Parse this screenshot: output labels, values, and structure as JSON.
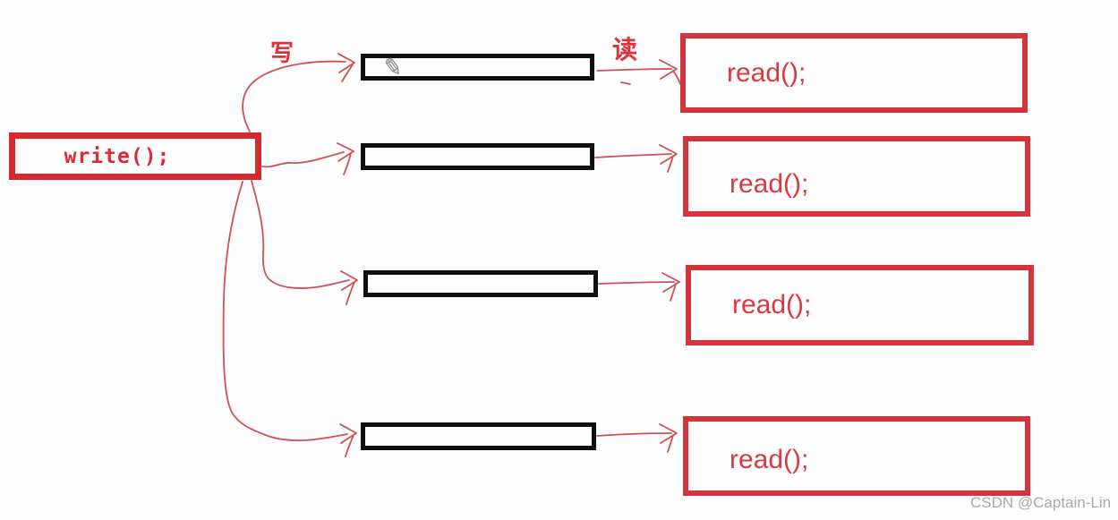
{
  "diagram": {
    "write_box_label": "write();",
    "write_cn_label": "写",
    "read_cn_label": "读",
    "read_boxes": [
      {
        "label": "read();"
      },
      {
        "label": "read();"
      },
      {
        "label": "read();"
      },
      {
        "label": "read();"
      }
    ],
    "icons": {
      "pencil": "✎"
    },
    "colors": {
      "box_border_red": "#d4343c",
      "write_text_red": "#e42832",
      "read_text_red": "#d93a40",
      "arrow_red": "#d24f55",
      "pipe_black": "#101010",
      "watermark_gray": "#a8a8a8"
    }
  },
  "watermark": "CSDN @Captain-Lin"
}
